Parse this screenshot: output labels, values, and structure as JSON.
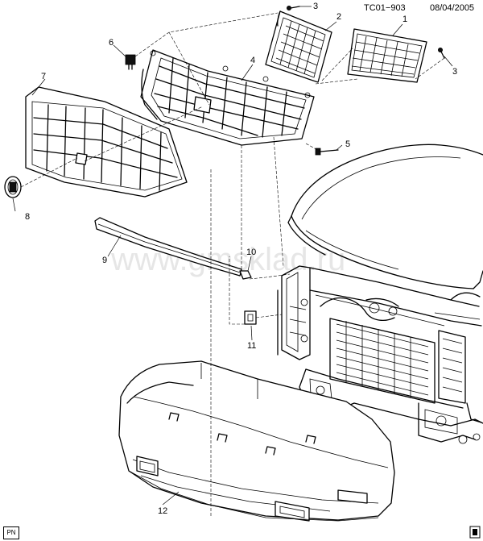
{
  "header": {
    "drawing_code": "TC01−903",
    "date": "08/04/2005"
  },
  "watermark": "www.gmsklad.ru",
  "corner_badge": "PN",
  "callouts": {
    "c1": "1",
    "c2": "2",
    "c3a": "3",
    "c3b": "3",
    "c4": "4",
    "c5": "5",
    "c6": "6",
    "c7": "7",
    "c8": "8",
    "c9": "9",
    "c10": "10",
    "c11": "11",
    "c12": "12"
  }
}
